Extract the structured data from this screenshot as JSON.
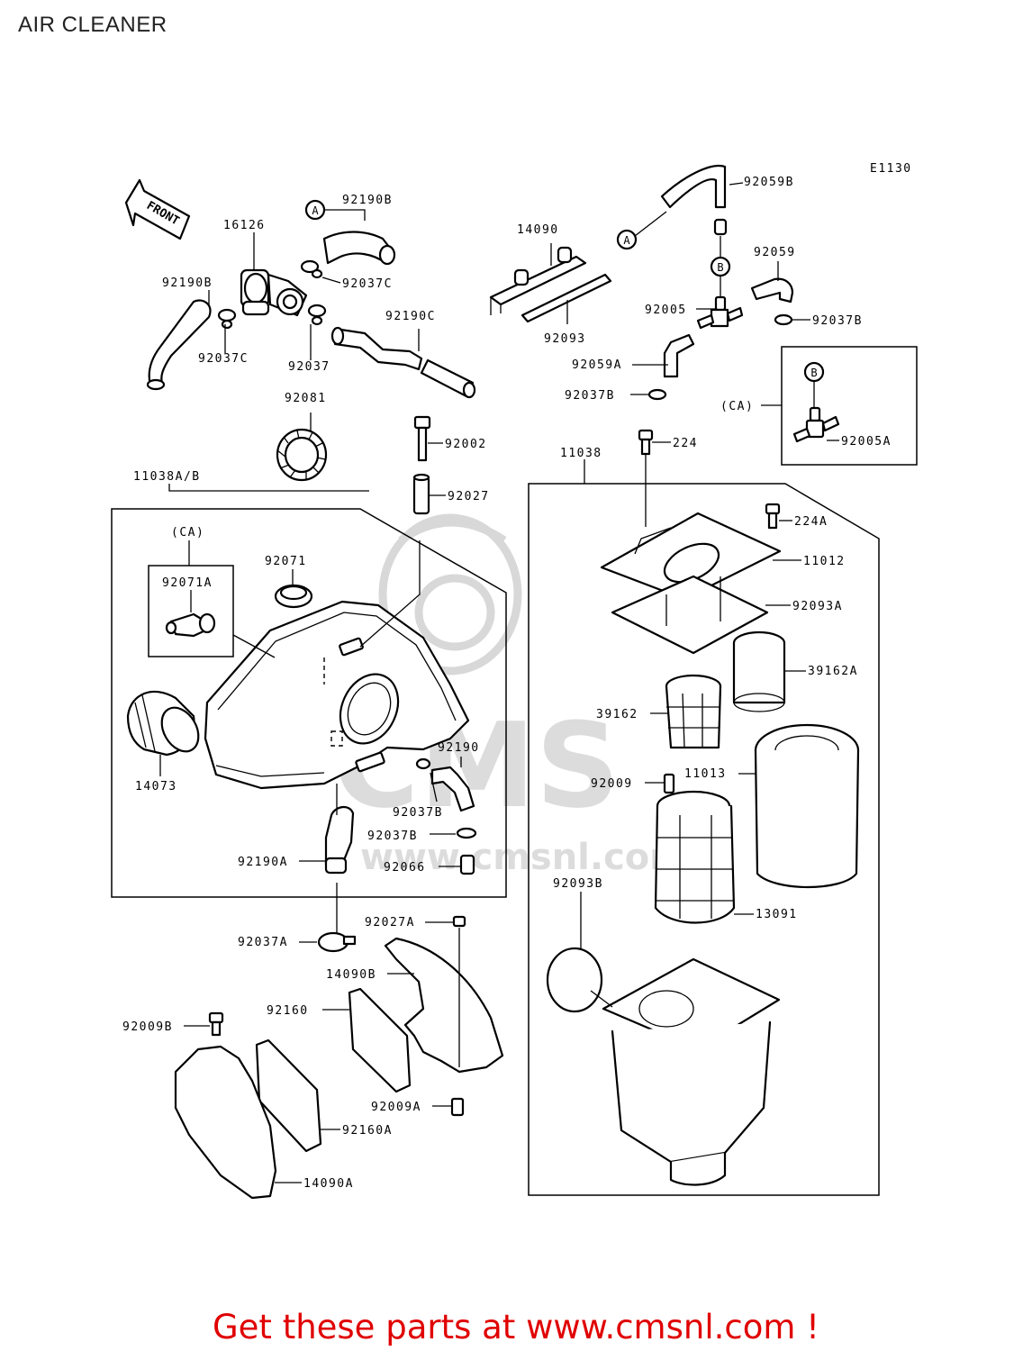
{
  "title": "AIR CLEANER",
  "ref_code": "E1130",
  "front_label": "FRONT",
  "callouts": {
    "A": "A",
    "B": "B"
  },
  "watermark": "CMS",
  "watermark_url": "www.cmsnl.com",
  "footer": "Get these parts at www.cmsnl.com !",
  "colors": {
    "footer": "#e00000",
    "title": "#222222",
    "line": "#000000",
    "watermark": "#d8d8d8"
  },
  "labels": {
    "p16126": "16126",
    "p92190B_top": "92190B",
    "p92190B_left": "92190B",
    "p92037C_top": "92037C",
    "p92037C_left": "92037C",
    "p92037": "92037",
    "p92190C": "92190C",
    "p92081": "92081",
    "p14090": "14090",
    "p92093": "92093",
    "p92059B": "92059B",
    "p92059": "92059",
    "p92005": "92005",
    "p92037B_top": "92037B",
    "p92059A": "92059A",
    "p92037B_mid": "92037B",
    "p92002": "92002",
    "p92027": "92027",
    "p11038AB": "11038A/B",
    "ca_left": "(CA)",
    "p92071A": "92071A",
    "p92071": "92071",
    "p14073": "14073",
    "p92190": "92190",
    "p92037B_low": "92037B",
    "p92037B_low2": "92037B",
    "p92066": "92066",
    "p92190A": "92190A",
    "p92037A": "92037A",
    "p92027A": "92027A",
    "p14090B": "14090B",
    "p92160": "92160",
    "p92009B": "92009B",
    "p92009A": "92009A",
    "p92160A": "92160A",
    "p14090A": "14090A",
    "p11038": "11038",
    "p224": "224",
    "p224A": "224A",
    "p11012": "11012",
    "p92093A": "92093A",
    "p39162A": "39162A",
    "p39162": "39162",
    "p92009": "92009",
    "p11013": "11013",
    "p92093B": "92093B",
    "p13091": "13091",
    "ca_right": "(CA)",
    "p92005A": "92005A"
  }
}
